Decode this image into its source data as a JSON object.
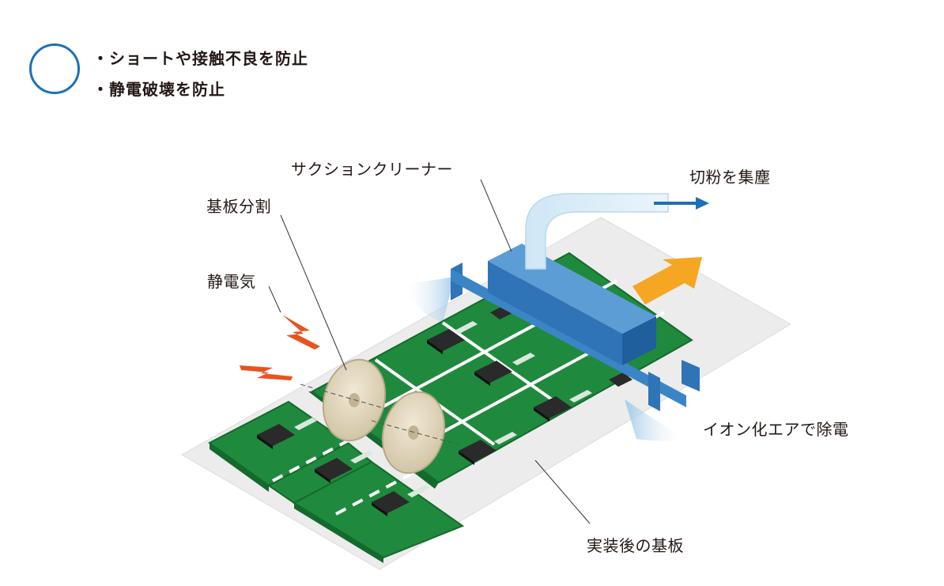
{
  "legend": {
    "bullets": [
      "・ショートや接触不良を防止",
      "・静電破壊を防止"
    ]
  },
  "labels": {
    "suction_cleaner": "サクションクリーナー",
    "dust_collection": "切粉を集塵",
    "board_split": "基板分割",
    "static": "静電気",
    "ionized_air": "イオン化エアで除電",
    "mounted_board": "実装後の基板"
  },
  "colors": {
    "accent_blue": "#1f6fb5",
    "pcb_green": "#1f8a3d",
    "pcb_dark": "#166a2e",
    "spark_orange": "#e8531f",
    "arrow_yellow": "#f5a623",
    "cleaner_blue": "#2f74b7",
    "sheet_gray": "#ececec",
    "blade_beige": "#ddd2b8"
  }
}
